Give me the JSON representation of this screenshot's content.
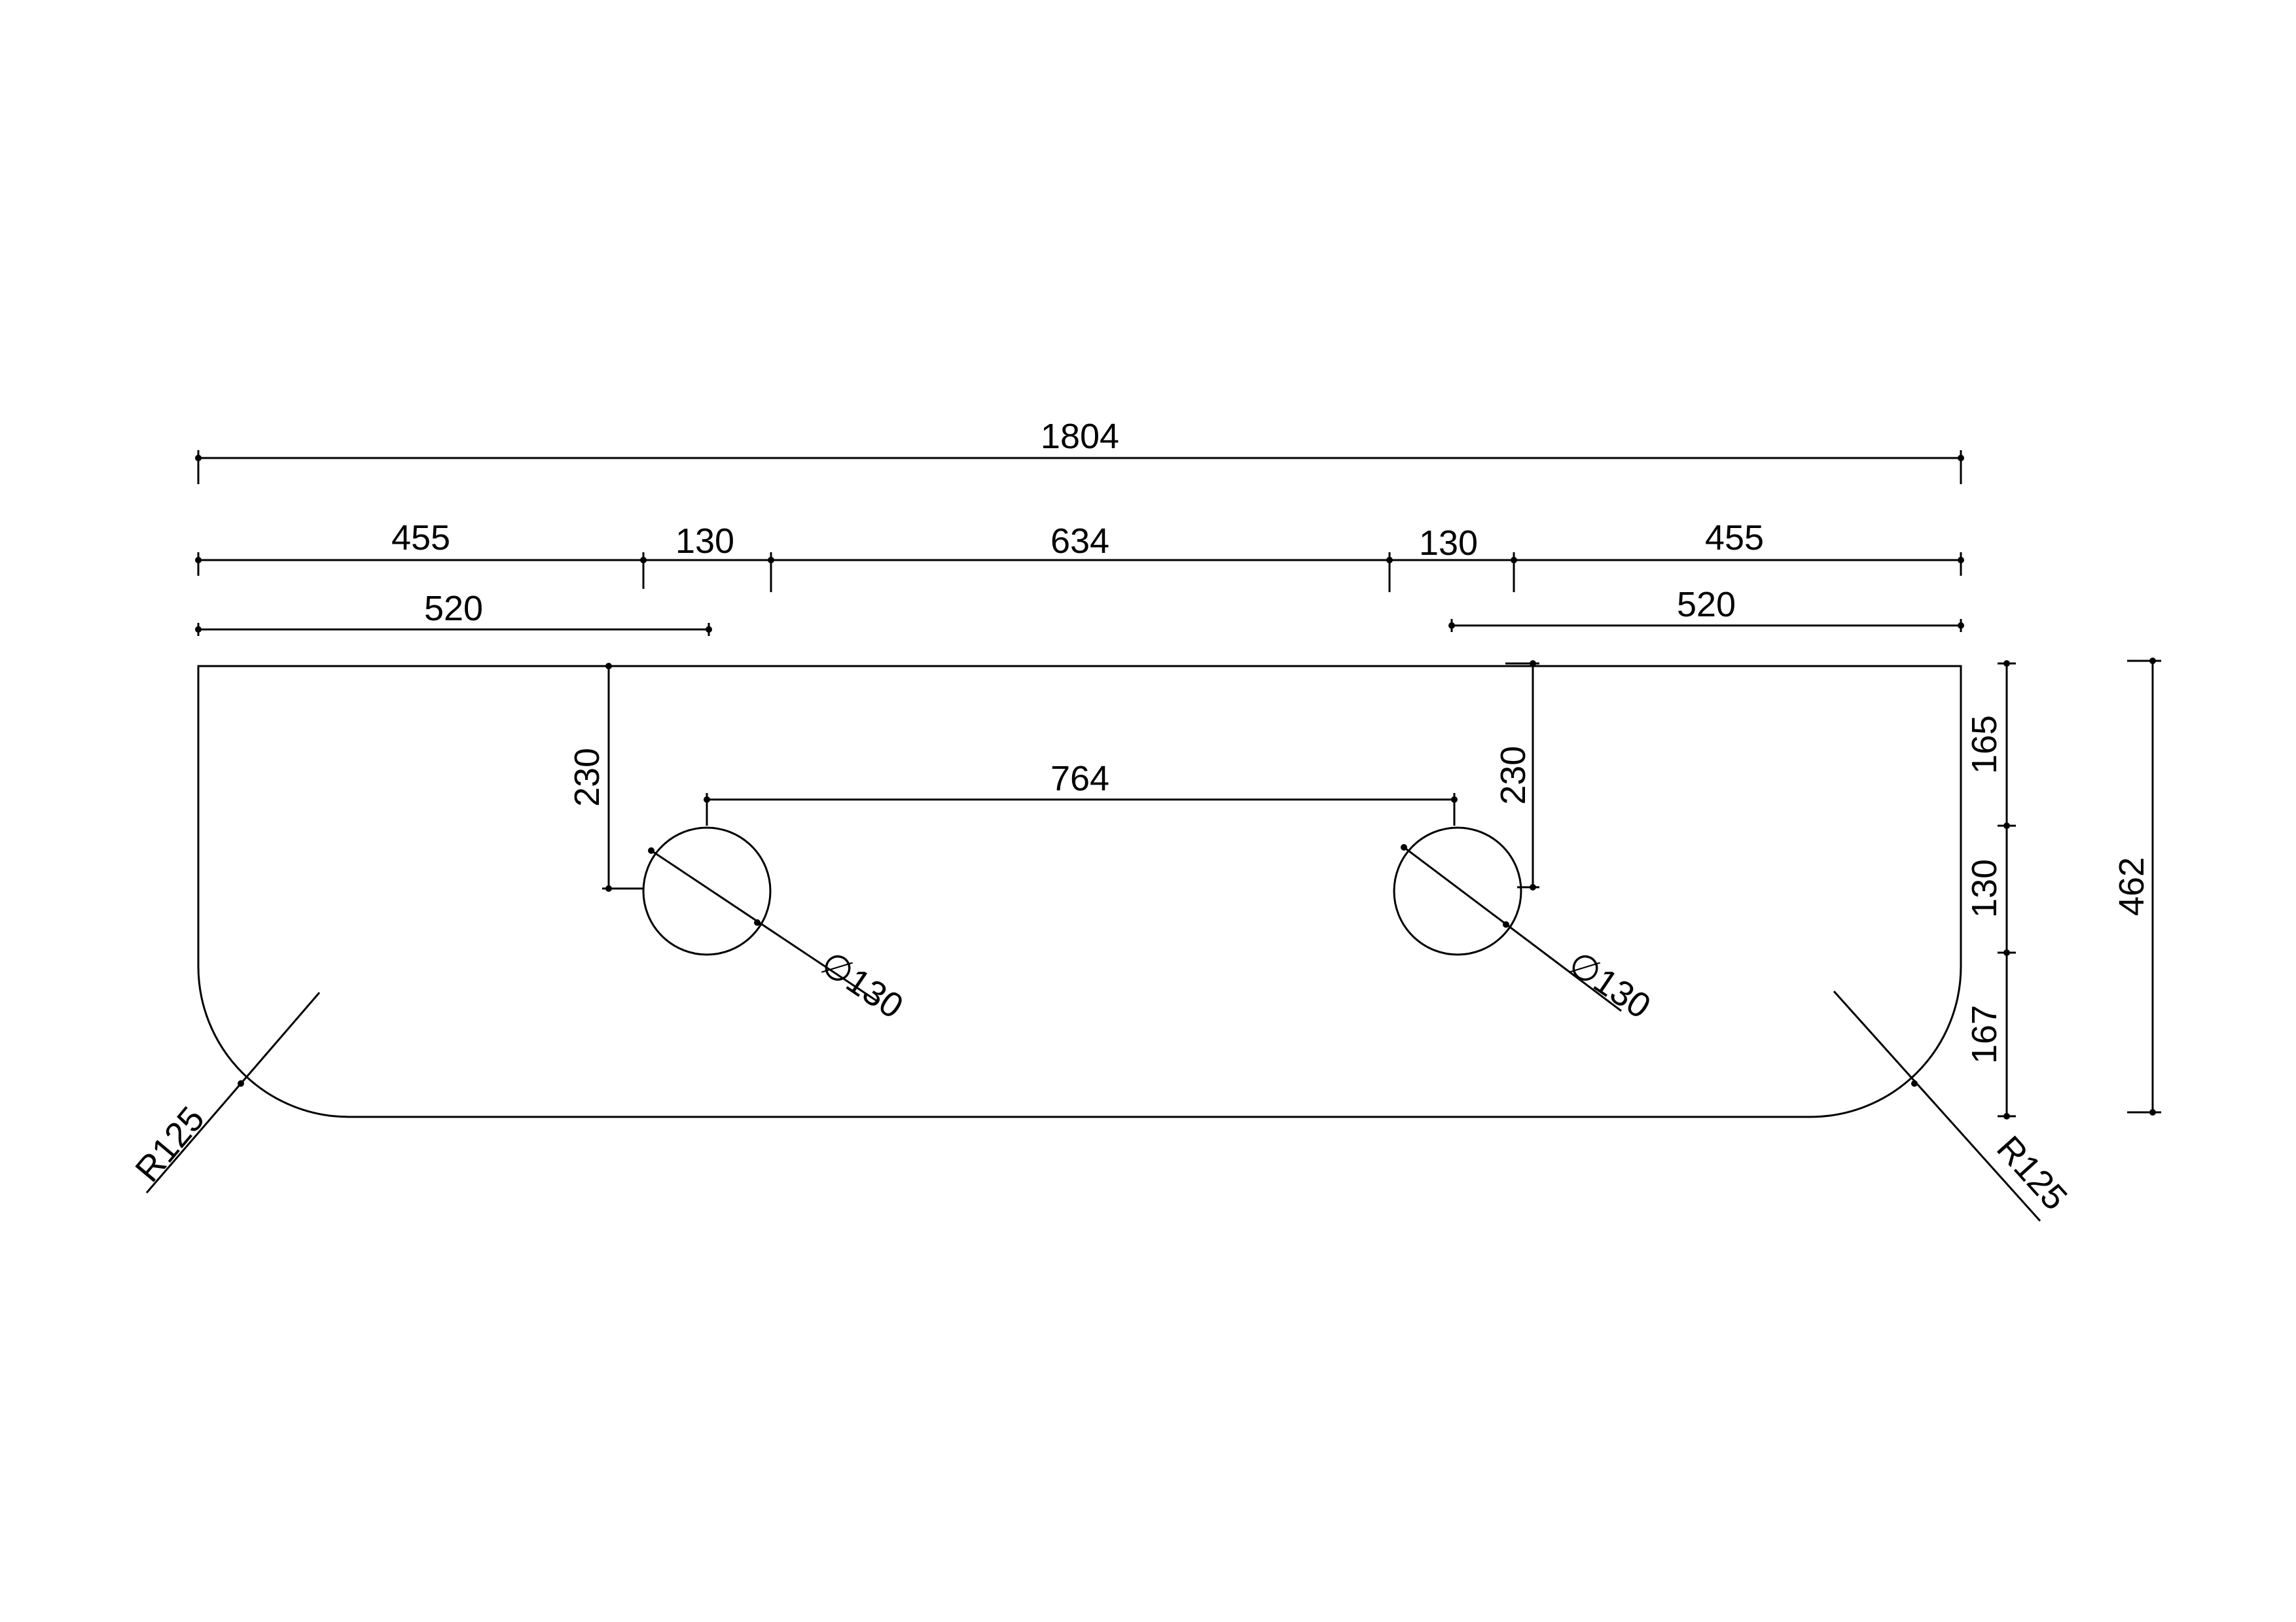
{
  "dimensions": {
    "overall_width": "1804",
    "seg_left_edge": "455",
    "seg_left_hole": "130",
    "seg_middle": "634",
    "seg_right_hole": "130",
    "seg_right_edge": "455",
    "left_hole_center": "520",
    "right_hole_center": "520",
    "hole_spacing": "764",
    "left_hole_depth": "230",
    "right_hole_depth": "230",
    "right_seg_top": "165",
    "right_seg_hole": "130",
    "right_seg_bottom": "167",
    "overall_depth": "462",
    "left_hole_diameter": "∅130",
    "right_hole_diameter": "∅130",
    "left_corner_radius": "R125",
    "right_corner_radius": "R125"
  }
}
